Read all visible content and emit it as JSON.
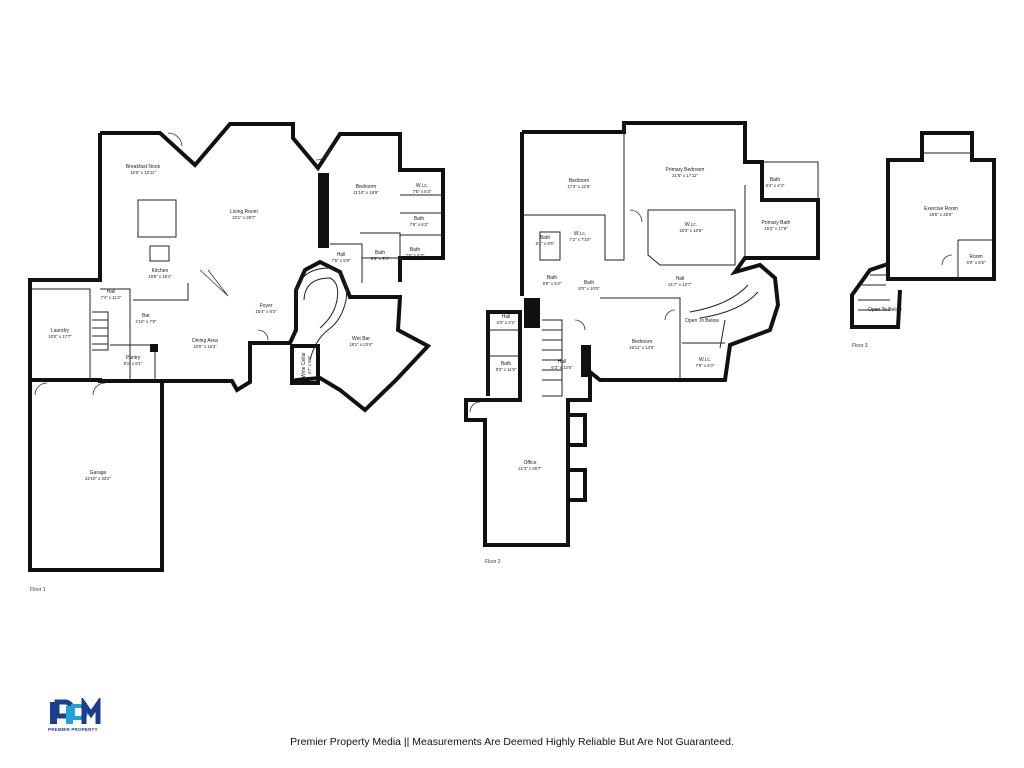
{
  "footer": {
    "text": "Premier Property Media || Measurements Are Deemed Highly Reliable But Are Not Guaranteed."
  },
  "logo": {
    "letters": "PPM",
    "subtitle": "PREMIER PROPERTY",
    "colors": {
      "primary": "#1a3d8f",
      "accent": "#22a0d8"
    }
  },
  "floors": [
    {
      "label": "Floor 1"
    },
    {
      "label": "Floor 2"
    },
    {
      "label": "Floor 3"
    }
  ],
  "rooms": {
    "breakfast_nook": {
      "name": "Breakfast Nook",
      "dim": "16'6\" x 10'11\""
    },
    "living_room": {
      "name": "Living Room",
      "dim": "22'1\" x 29'7\""
    },
    "bedroom_f1": {
      "name": "Bedroom",
      "dim": "11'10\" x 19'9\""
    },
    "wic_f1": {
      "name": "W.i.c.",
      "dim": "7'5\" x 5'3\""
    },
    "bath_f1a": {
      "name": "Bath",
      "dim": "7'9\" x 6'2\""
    },
    "bath_f1b": {
      "name": "Bath",
      "dim": "7'6\" x 5'3\""
    },
    "bath_f1c": {
      "name": "Bath",
      "dim": "6'6\" x 9'3\""
    },
    "hall_f1a": {
      "name": "Hall",
      "dim": "7'5\" x 5'8\""
    },
    "kitchen": {
      "name": "Kitchen",
      "dim": "18'8\" x 18'4\""
    },
    "hall_f1b": {
      "name": "Hall",
      "dim": "7'4\" x 11'2\""
    },
    "laundry": {
      "name": "Laundry",
      "dim": "10'0\" x 17'7\""
    },
    "bar": {
      "name": "Bar",
      "dim": "4'10\" x 7'8\""
    },
    "pantry": {
      "name": "Pantry",
      "dim": "9'1\" x 6'1\""
    },
    "foyer": {
      "name": "Foyer",
      "dim": "15'4\" x 8'4\""
    },
    "dining_area": {
      "name": "Dining Area",
      "dim": "16'0\" x 16'3\""
    },
    "wet_bar": {
      "name": "Wet Bar",
      "dim": "18'1\" x 23'4\""
    },
    "wine_cellar": {
      "name": "Wine Cellar",
      "dim": "4'7\" x 8'3\""
    },
    "garage": {
      "name": "Garage",
      "dim": "22'10\" x 33'2\""
    },
    "bedroom_f2a": {
      "name": "Bedroom",
      "dim": "17'3\" x 22'6\""
    },
    "primary_bedroom": {
      "name": "Primary Bedroom",
      "dim": "21'5\" x 17'11\""
    },
    "bath_f2a": {
      "name": "Bath",
      "dim": "6'4\" x 4'4\""
    },
    "wic_f2a": {
      "name": "W.i.c.",
      "dim": "15'3\" x 10'6\""
    },
    "primary_bath": {
      "name": "Primary Bath",
      "dim": "15'2\" x 17'9\""
    },
    "bath_f2b": {
      "name": "Bath",
      "dim": "8'1\" x 9'5\""
    },
    "wic_f2b": {
      "name": "W.i.c.",
      "dim": "7'2\" x 7'10\""
    },
    "bath_f2c": {
      "name": "Bath",
      "dim": "9'9\" x 6'2\""
    },
    "bath_f2d": {
      "name": "Bath",
      "dim": "8'0\" x 10'0\""
    },
    "hall_f2a": {
      "name": "Hall",
      "dim": "21'7\" x 12'7\""
    },
    "open_below_f2": {
      "name": "Open To Below"
    },
    "hall_f2b": {
      "name": "Hall",
      "dim": "6'3\" x 2'2\""
    },
    "bedroom_f2b": {
      "name": "Bedroom",
      "dim": "15'11\" x 14'5\""
    },
    "wic_f2c": {
      "name": "W.i.c.",
      "dim": "7'9\" x 6'3\""
    },
    "bath_f2e": {
      "name": "Bath",
      "dim": "8'3\" x 11'5\""
    },
    "hall_f2c": {
      "name": "Hall",
      "dim": "6'3\" x 12'6\""
    },
    "office": {
      "name": "Office",
      "dim": "21'3\" x 28'7\""
    },
    "exercise_room": {
      "name": "Exercise Room",
      "dim": "18'5\" x 25'6\""
    },
    "room_f3": {
      "name": "Room",
      "dim": "6'0\" x 5'6\""
    },
    "open_below_f3": {
      "name": "Open To Below"
    }
  }
}
